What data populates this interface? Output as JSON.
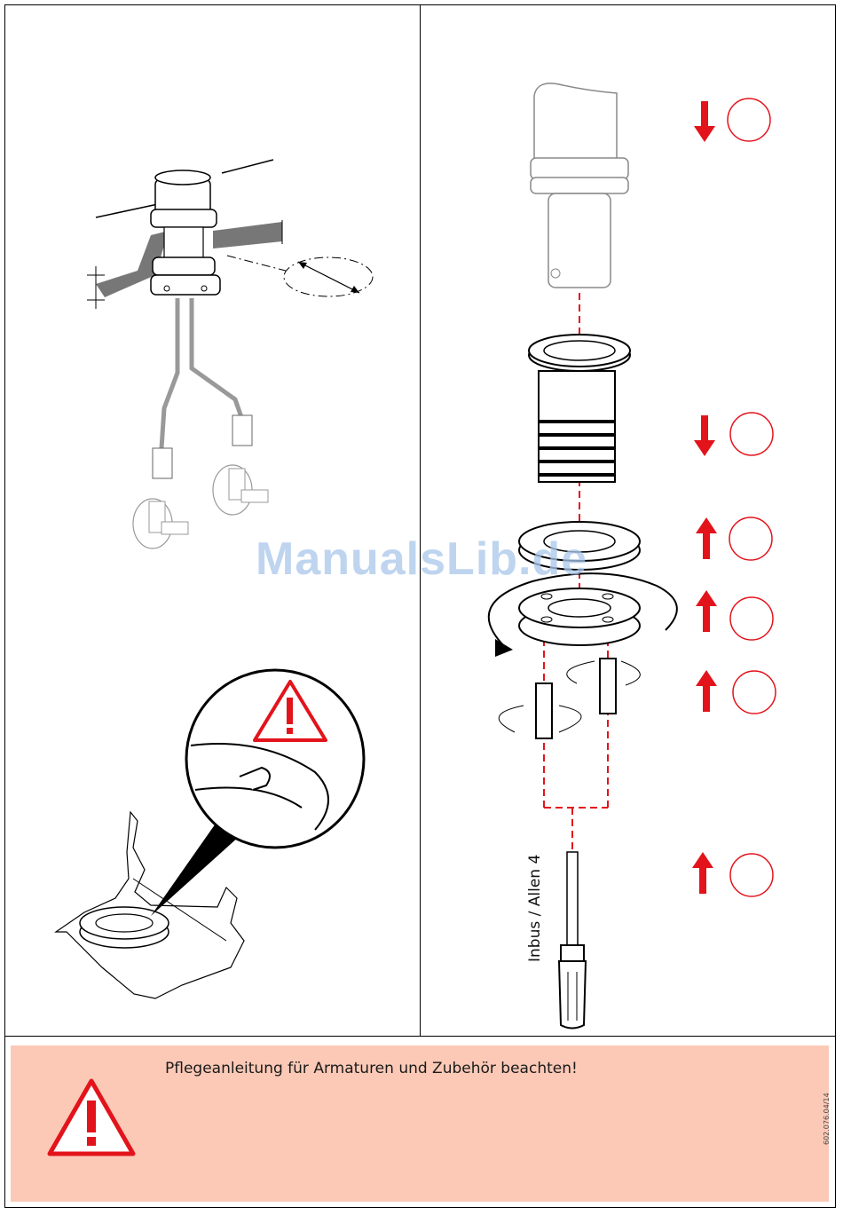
{
  "notice": {
    "text": "Pflegeanleitung für Armaturen und Zubehör beachten!"
  },
  "tool": {
    "label": "Inbus / Allen 4"
  },
  "watermark": "ManualsLib.de",
  "document_number": "602.076.04/14",
  "colors": {
    "accent_red": "#e3131b",
    "notice_background": "#fbc9b6",
    "line": "#000000"
  },
  "icons": [
    "warning-triangle-icon",
    "arrow-down-icon",
    "arrow-up-icon",
    "rotate-arrow-icon"
  ]
}
